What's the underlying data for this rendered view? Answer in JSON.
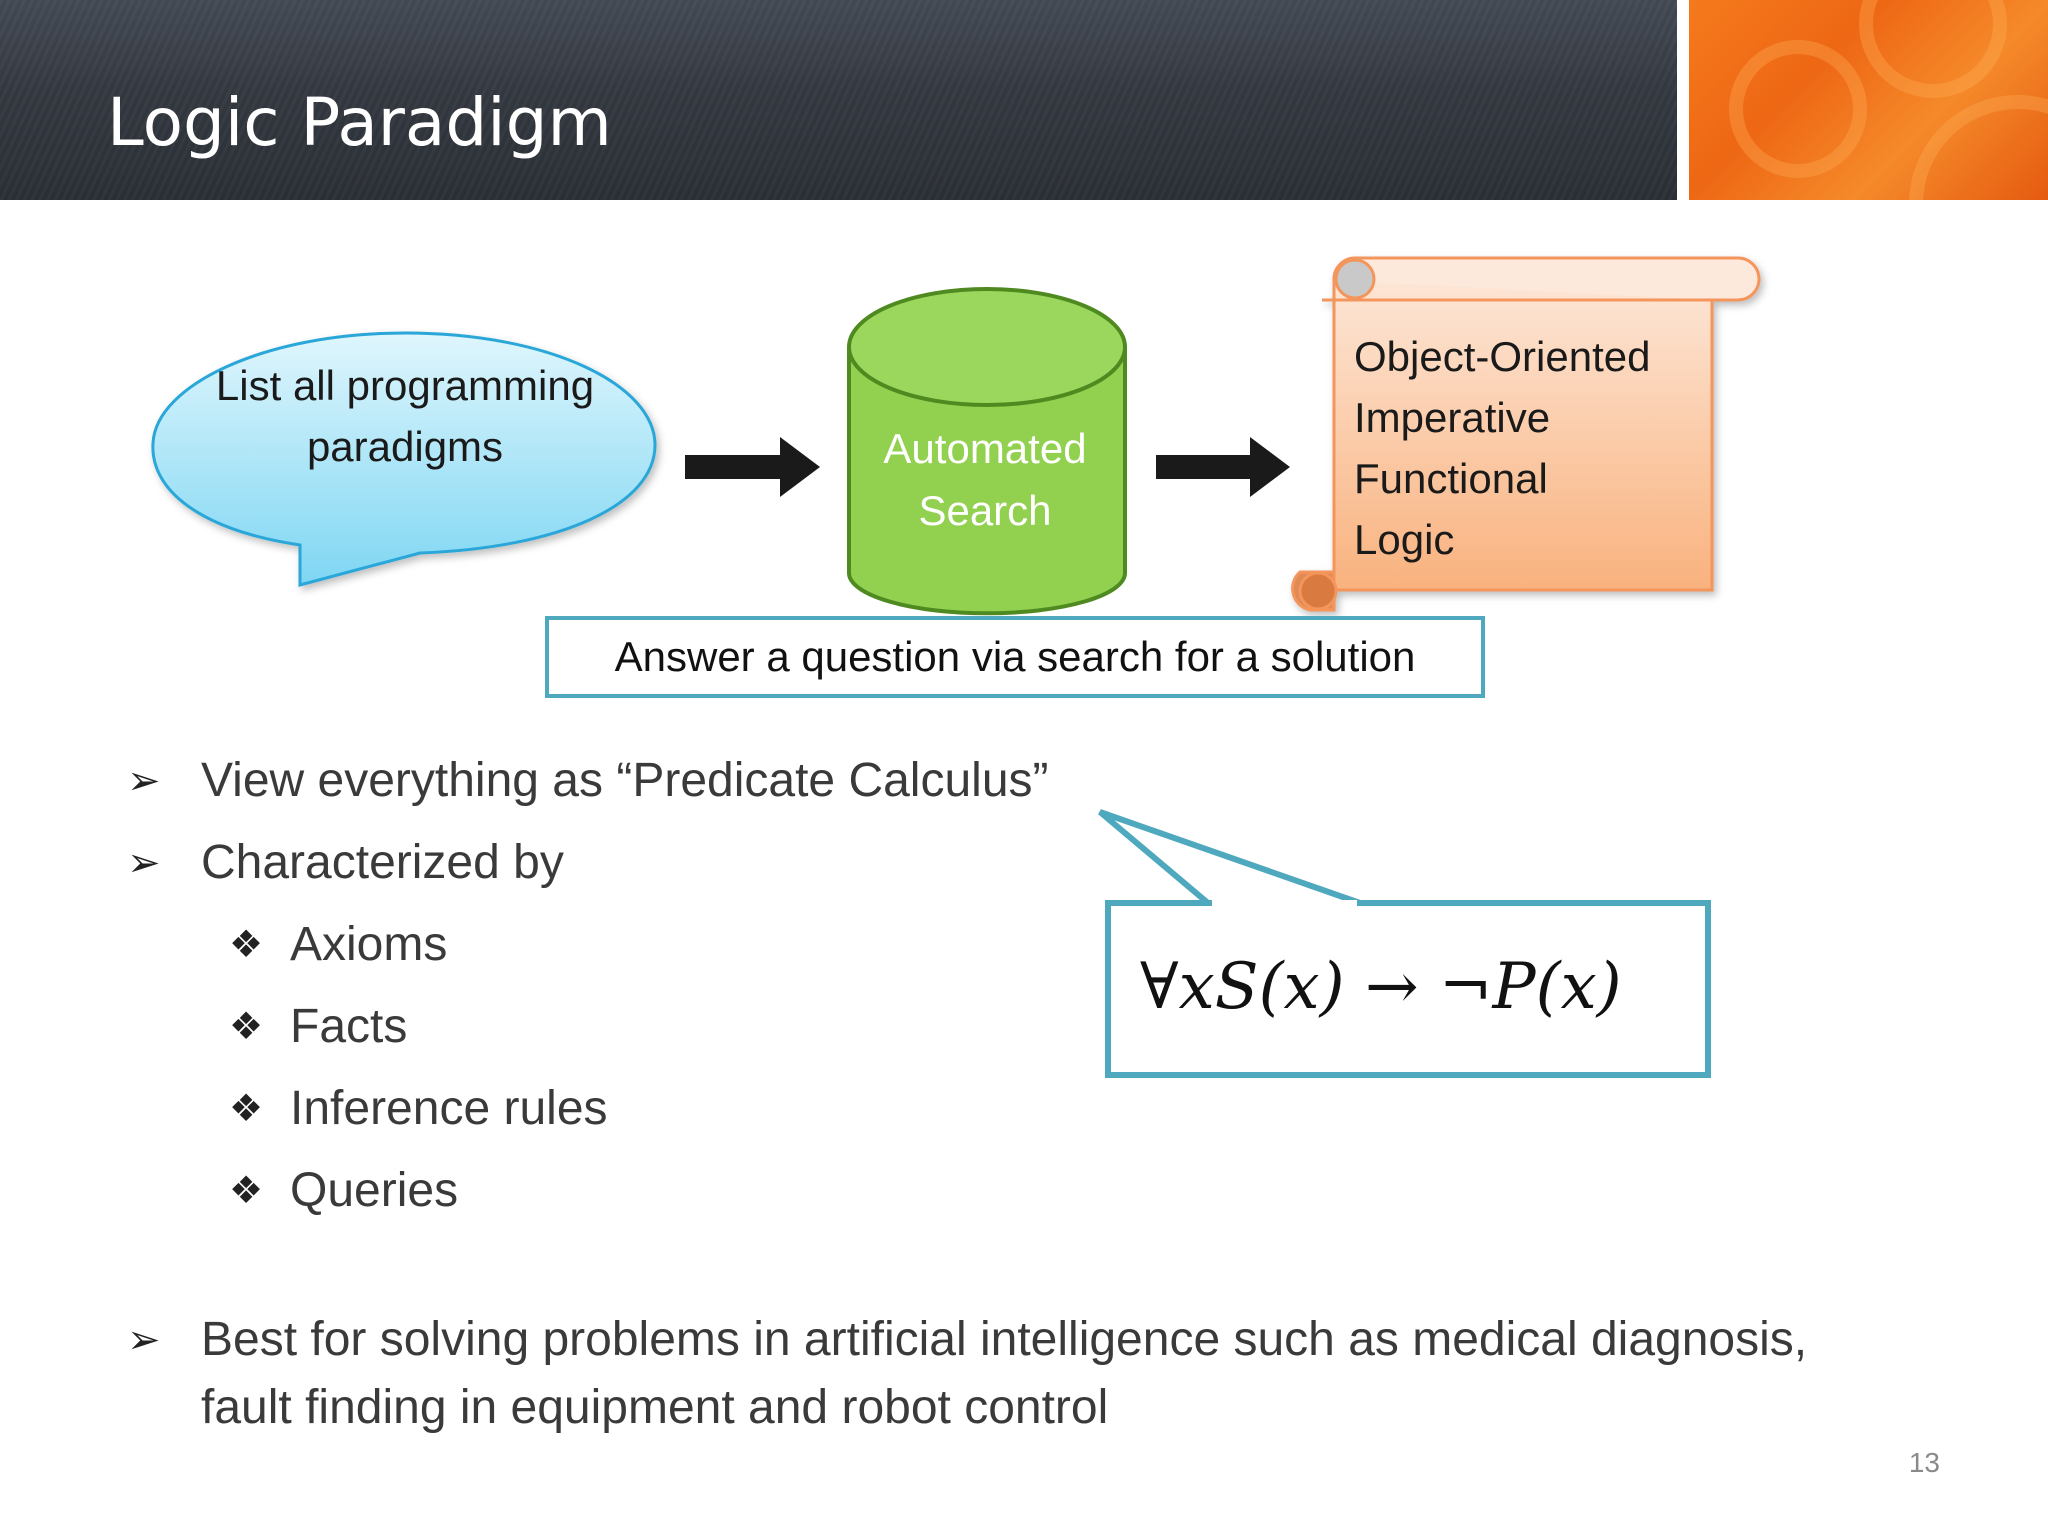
{
  "slide": {
    "title": "Logic Paradigm",
    "page_number": "13"
  },
  "diagram": {
    "bubble_text": "List all programming paradigms",
    "cylinder_text": "Automated Search",
    "scroll_items": [
      "Object-Oriented",
      "Imperative",
      "Functional",
      "Logic"
    ],
    "answer_text": "Answer a question via search for a solution"
  },
  "bullets": {
    "b1": "View everything as “Predicate Calculus”",
    "b2": "Characterized by",
    "sub": [
      "Axioms",
      "Facts",
      "Inference rules",
      "Queries"
    ],
    "b3_line1": "Best for solving problems in artificial intelligence such as medical diagnosis,",
    "b3_line2": "fault finding in equipment  and robot control"
  },
  "callout": {
    "formula": "∀xS(x) → ¬P(x)"
  },
  "colors": {
    "header_dark": "#353a42",
    "orange": "#ee6714",
    "teal_border": "#4fa9be",
    "green_fill": "#92d050",
    "green_border": "#4e8a1f",
    "bubble_border": "#2aa7d8",
    "scroll_fill": "#fbc49a"
  },
  "icons": {
    "main_bullet": "arrowhead-bullet-icon",
    "sub_bullet": "four-diamond-bullet-icon",
    "flow_arrow": "right-arrow-icon"
  }
}
